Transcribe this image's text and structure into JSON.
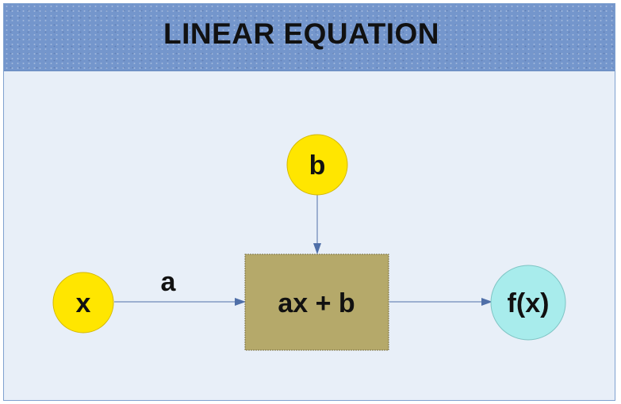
{
  "title": "LINEAR EQUATION",
  "nodes": {
    "x": {
      "label": "x",
      "color": "#ffe600"
    },
    "b": {
      "label": "b",
      "color": "#ffe600"
    },
    "process": {
      "label": "ax + b",
      "color": "#b5a96a"
    },
    "output": {
      "label": "f(x)",
      "color": "#a8ecec"
    }
  },
  "edges": {
    "x_to_process": {
      "label": "a"
    }
  },
  "colors": {
    "banner": "#7496cc",
    "background": "#e8eff8",
    "arrow": "#4f6fa8"
  }
}
